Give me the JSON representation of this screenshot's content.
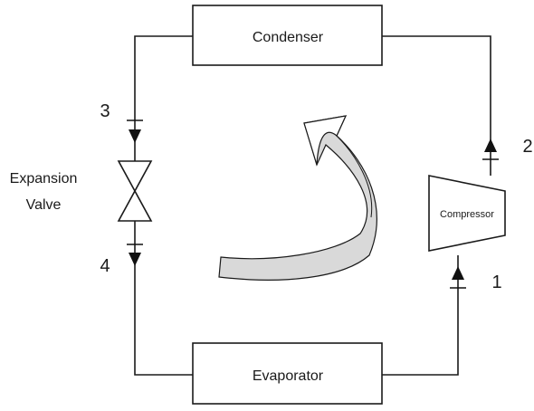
{
  "components": {
    "condenser": "Condenser",
    "evaporator": "Evaporator",
    "compressor": "Compressor",
    "expansion_valve_line1": "Expansion",
    "expansion_valve_line2": "Valve"
  },
  "state_points": {
    "p1": "1",
    "p2": "2",
    "p3": "3",
    "p4": "4"
  },
  "colors": {
    "line": "#1a1a1a",
    "flow_arrow_fill": "#d9d9d9",
    "flow_arrow_head": "#ffffff"
  },
  "icons": {
    "cycle_direction": "curved-arrow-icon",
    "valve": "expansion-valve-icon"
  }
}
